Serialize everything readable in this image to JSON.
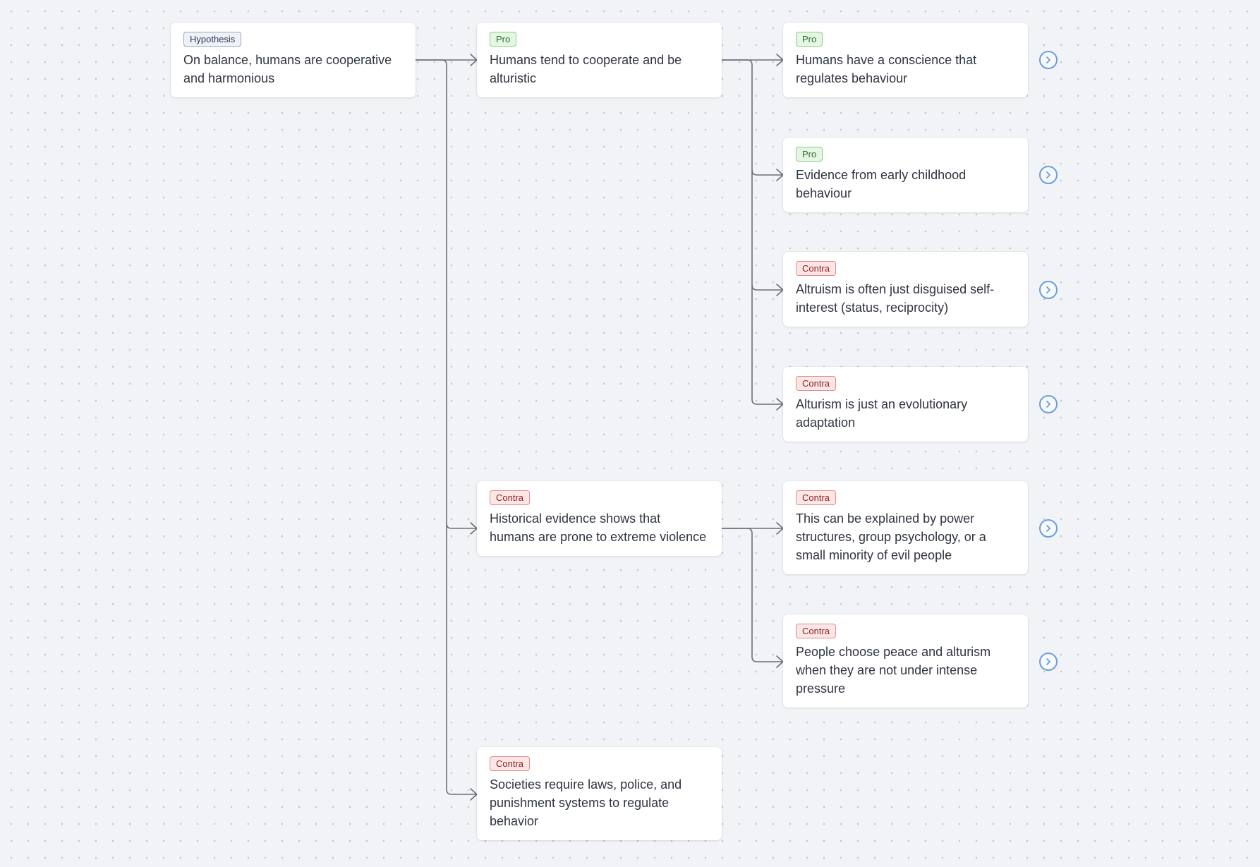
{
  "colors": {
    "background": "#f1f3f6",
    "connector": "#6b6f76",
    "expand_button": "#6a9edc",
    "pro": "#86cf84",
    "contra": "#e38c8c",
    "hypothesis": "#9aa8c0"
  },
  "tree": {
    "hypothesis": {
      "badge": "Hypothesis",
      "text": "On balance, humans are cooperative and harmonious"
    },
    "arguments": [
      {
        "badge": "Pro",
        "text": "Humans tend to cooperate and be alturistic",
        "children": [
          {
            "badge": "Pro",
            "text": "Humans have a conscience that regulates behaviour"
          },
          {
            "badge": "Pro",
            "text": "Evidence from early childhood behaviour"
          },
          {
            "badge": "Contra",
            "text": "Altruism is often just disguised self-interest (status, reciprocity)"
          },
          {
            "badge": "Contra",
            "text": "Alturism is just an evolutionary adaptation"
          }
        ]
      },
      {
        "badge": "Contra",
        "text": "Historical evidence shows that humans are prone to extreme violence",
        "children": [
          {
            "badge": "Contra",
            "text": "This can be explained by power structures, group psychology, or a small minority of evil people"
          },
          {
            "badge": "Contra",
            "text": "People choose peace and alturism when they are not under intense pressure"
          }
        ]
      },
      {
        "badge": "Contra",
        "text": "Societies require laws, police, and punishment systems to regulate behavior",
        "children": []
      }
    ]
  },
  "icons": {
    "expand": "chevron-right-icon"
  }
}
